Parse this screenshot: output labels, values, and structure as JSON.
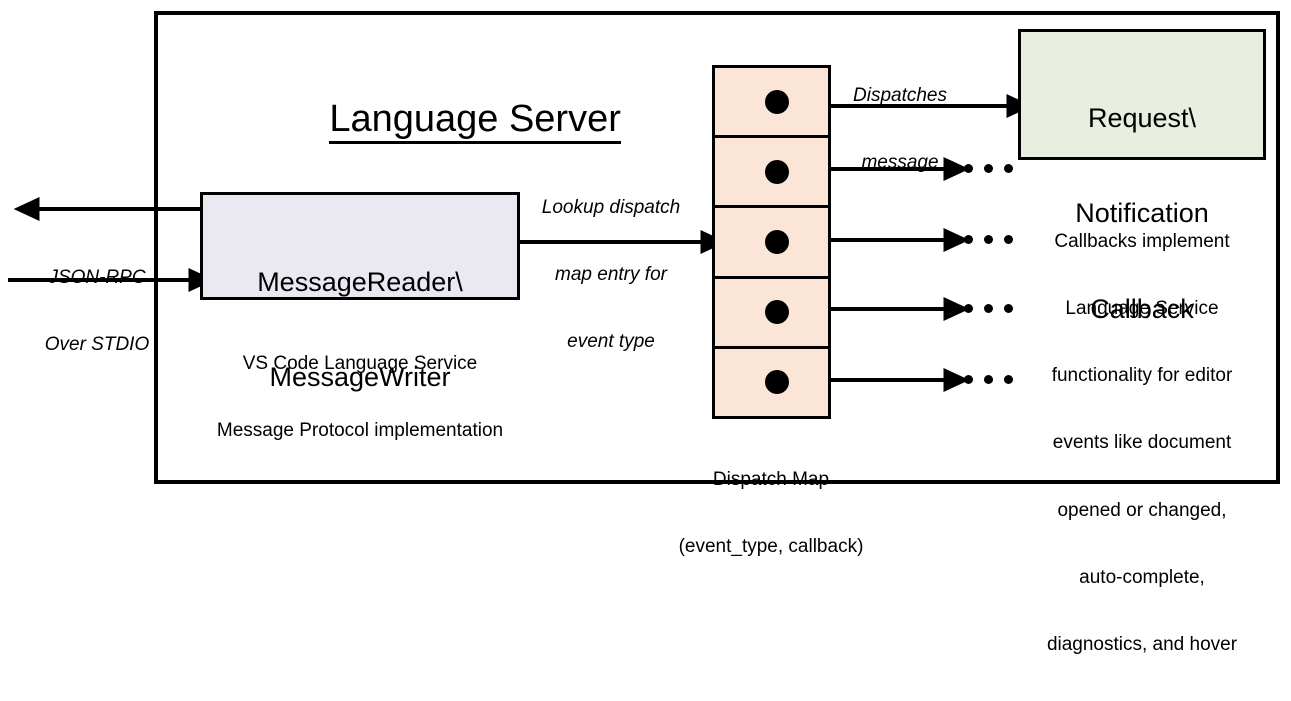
{
  "diagram": {
    "title": "Language Server",
    "frame_name": "language-server-boundary"
  },
  "external_io": {
    "label_line1": "JSON-RPC",
    "label_line2": "Over STDIO",
    "outgoing_arrow_name": "json-rpc-outgoing-arrow",
    "incoming_arrow_name": "json-rpc-incoming-arrow"
  },
  "message_io": {
    "title_line1": "MessageReader\\",
    "title_line2": "MessageWriter",
    "caption_line1": "VS Code Language Service",
    "caption_line2": "Message Protocol implementation",
    "fill_color": "#eae8f0"
  },
  "lookup_arrow": {
    "label_line1": "Lookup dispatch",
    "label_line2": "map entry for",
    "label_line3": "event type"
  },
  "dispatch_map": {
    "caption_line1": "Dispatch Map",
    "caption_line2": "(event_type, callback)",
    "fill_color": "#fbe5d6",
    "rows": [
      {
        "id": "row-1",
        "has_dot": true
      },
      {
        "id": "row-2",
        "has_dot": true
      },
      {
        "id": "row-3",
        "has_dot": true
      },
      {
        "id": "row-4",
        "has_dot": true
      },
      {
        "id": "row-5",
        "has_dot": true
      }
    ]
  },
  "dispatch_arrow": {
    "label_line1": "Dispatches",
    "label_line2": "message"
  },
  "callback": {
    "title_line1": "Request\\",
    "title_line2": "Notification",
    "title_line3": "Callback",
    "fill_color": "#e8eee0",
    "caption_line1": "Callbacks implement",
    "caption_line2": "Language Service",
    "caption_line3": "functionality for editor",
    "caption_line4": "events like document",
    "caption_line5": "opened or changed,",
    "caption_line6": "auto-complete,",
    "caption_line7": "diagnostics, and hover"
  },
  "ellipses": {
    "glyph": "..."
  }
}
